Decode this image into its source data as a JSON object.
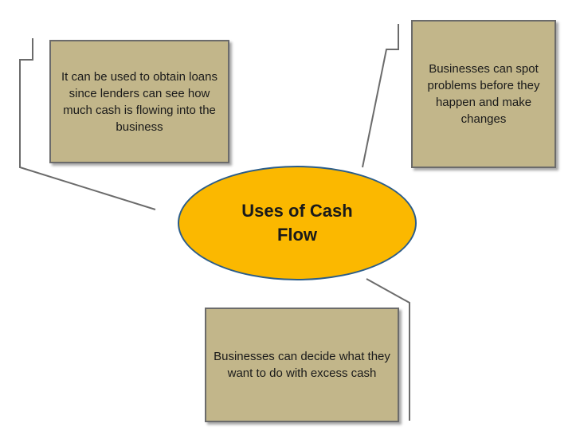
{
  "center": {
    "label": "Uses of Cash Flow"
  },
  "boxes": {
    "left": "It can be used to obtain loans since lenders can see how much cash is flowing into the business",
    "right": "Businesses can spot problems before they happen and make changes",
    "bottom": "Businesses can decide what they want to do with excess cash"
  },
  "colors": {
    "center_fill": "#fbb800",
    "center_border": "#2b5d8a",
    "box_fill": "#c2b68a",
    "box_border": "#6b6b6b",
    "connector": "#6b6b6b"
  }
}
